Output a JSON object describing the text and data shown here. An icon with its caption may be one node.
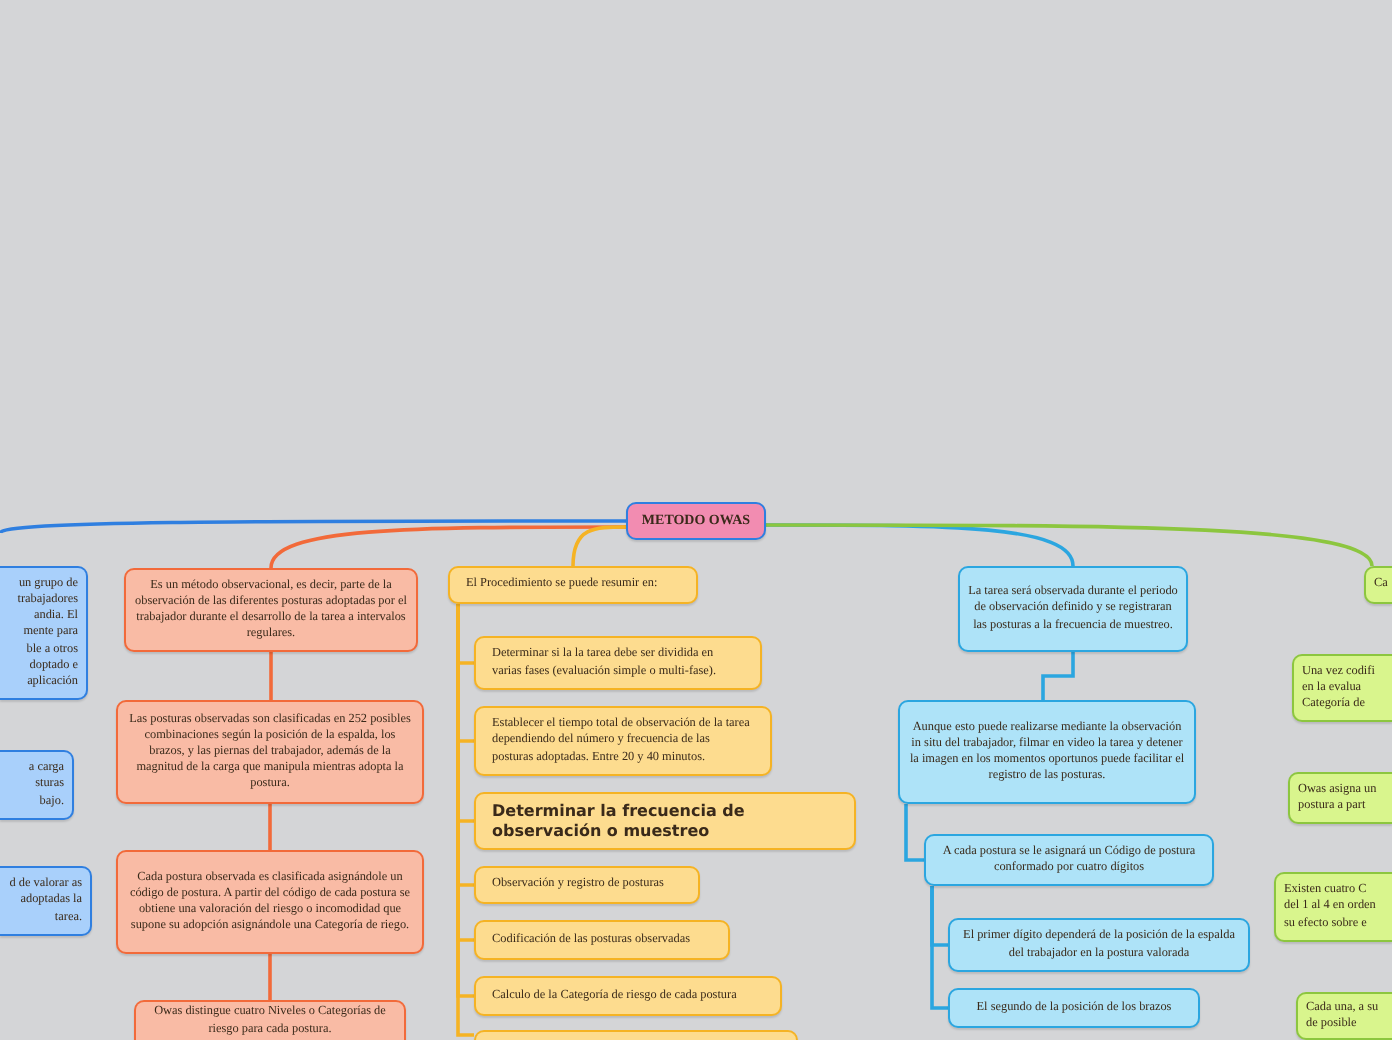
{
  "diagram": {
    "nodes": [
      {
        "text": [
          "METODO OWAS"
        ]
      },
      {
        "text": [
          "un grupo de trabajadores andia. El mente para ble a otros doptado e aplicación"
        ]
      },
      {
        "text": [
          "a carga sturas bajo."
        ]
      },
      {
        "text": [
          "d de valorar as adoptadas la tarea."
        ]
      },
      {
        "text": [
          "Es un método observacional, es decir, parte de la observación de las diferentes posturas adoptadas por el trabajador durante el desarrollo de la tarea a intervalos regulares."
        ]
      },
      {
        "text": [
          "Las posturas observadas son clasificadas en 252 posibles combinaciones según la posición de la espalda, los brazos, y las piernas del trabajador, además de la magnitud de la carga que manipula mientras adopta la postura."
        ]
      },
      {
        "text": [
          "Cada postura observada es clasificada asignándole un código de postura. A partir del código de cada postura se obtiene una valoración del riesgo o incomodidad que supone su adopción asignándole una Categoría de riego."
        ]
      },
      {
        "text": [
          "Owas distingue cuatro Niveles o Categorías de riesgo para cada postura."
        ]
      },
      {
        "text": [
          "El Procedimiento se puede resumir en:"
        ]
      },
      {
        "text": [
          "Determinar si la la tarea debe ser dividida en varias fases (evaluación simple o multi-fase)."
        ]
      },
      {
        "text": [
          "Establecer el tiempo total de observación de la tarea dependiendo del número y frecuencia de las posturas adoptadas. Entre 20 y 40 minutos."
        ]
      },
      {
        "text": [
          "Determinar la frecuencia de observación o muestreo"
        ]
      },
      {
        "text": [
          "Observación y registro de posturas"
        ]
      },
      {
        "text": [
          "Codificación de las posturas observadas"
        ]
      },
      {
        "text": [
          "Calculo de la Categoría de riesgo de cada postura"
        ]
      },
      {
        "text": [],
        "shape": "box"
      },
      {
        "text": [
          "La tarea será observada durante el periodo de observación definido y se registraran las posturas a la frecuencia de muestreo."
        ]
      },
      {
        "text": [
          "Aunque esto puede realizarse mediante la observación in situ del trabajador, filmar en video la tarea y detener la imagen en los momentos oportunos puede facilitar el registro de las posturas."
        ]
      },
      {
        "text": [
          "A cada postura se le asignará un Código de postura conformado por cuatro dígitos"
        ]
      },
      {
        "text": [
          "El primer dígito dependerá de la posición de la espalda del trabajador en la postura valorada"
        ]
      },
      {
        "text": [
          "El segundo de la posición de los brazos"
        ]
      },
      {
        "text": [
          "Ca"
        ]
      },
      {
        "text": [
          "Una vez codifi en la evalua Categoría de"
        ]
      },
      {
        "text": [
          "Owas asigna un postura a part"
        ]
      },
      {
        "text": [
          "Existen cuatro C del 1 al 4 en orden su efecto sobre e"
        ]
      },
      {
        "text": [
          "Cada una, a su de posible"
        ]
      }
    ],
    "edges": [
      {
        "from": 0,
        "to": null,
        "arrow": "none",
        "color": "#2f7fe0"
      },
      {
        "from": 0,
        "to": 4,
        "arrow": "none",
        "color": "#f26a3a"
      },
      {
        "from": 0,
        "to": 8,
        "arrow": "none",
        "color": "#f5b324"
      },
      {
        "from": 0,
        "to": 16,
        "arrow": "none",
        "color": "#2ba6e0"
      },
      {
        "from": 0,
        "to": 21,
        "arrow": "none",
        "color": "#8cc63f"
      },
      {
        "from": 4,
        "to": 5,
        "arrow": "none",
        "color": "#f26a3a"
      },
      {
        "from": 5,
        "to": 6,
        "arrow": "none",
        "color": "#f26a3a"
      },
      {
        "from": 6,
        "to": 7,
        "arrow": "none",
        "color": "#f26a3a"
      },
      {
        "from": 8,
        "to": 9,
        "arrow": "none",
        "color": "#f5b324"
      },
      {
        "from": 8,
        "to": 10,
        "arrow": "none",
        "color": "#f5b324"
      },
      {
        "from": 8,
        "to": 11,
        "arrow": "none",
        "color": "#f5b324"
      },
      {
        "from": 8,
        "to": 12,
        "arrow": "none",
        "color": "#f5b324"
      },
      {
        "from": 8,
        "to": 13,
        "arrow": "none",
        "color": "#f5b324"
      },
      {
        "from": 8,
        "to": 14,
        "arrow": "none",
        "color": "#f5b324"
      },
      {
        "from": 8,
        "to": 15,
        "arrow": "none",
        "color": "#f5b324"
      },
      {
        "from": 16,
        "to": 17,
        "arrow": "none",
        "color": "#2ba6e0"
      },
      {
        "from": 17,
        "to": 18,
        "arrow": "none",
        "color": "#2ba6e0"
      },
      {
        "from": 18,
        "to": 19,
        "arrow": "none",
        "color": "#2ba6e0"
      },
      {
        "from": 18,
        "to": 20,
        "arrow": "none",
        "color": "#2ba6e0"
      }
    ]
  }
}
